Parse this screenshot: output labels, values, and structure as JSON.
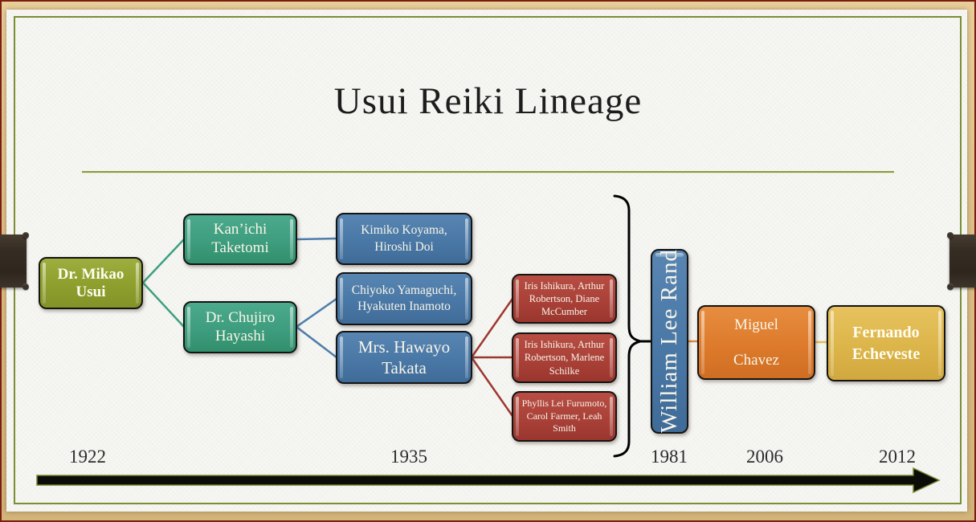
{
  "slide": {
    "title": "Usui Reiki Lineage",
    "nodes": {
      "usui": {
        "label": "Dr. Mikao Usui",
        "color": "#8fa02e"
      },
      "taketomi": {
        "label": "Kan’ichi Taketomi",
        "color": "#3d9d7e"
      },
      "hayashi": {
        "label": "Dr. Chujiro Hayashi",
        "color": "#3d9d7e"
      },
      "koyama": {
        "label": "Kimiko Koyama, Hiroshi Doi",
        "color": "#4a78a6"
      },
      "yamaguchi": {
        "label": "Chiyoko Yamaguchi, Hyakuten Inamoto",
        "color": "#4a78a6"
      },
      "takata": {
        "label": "Mrs. Hawayo Takata",
        "color": "#4a78a6"
      },
      "ishikura_mccumber": {
        "label": "Iris Ishikura, Arthur Robertson, Diane McCumber",
        "color": "#aa4138"
      },
      "ishikura_schilke": {
        "label": "Iris Ishikura, Arthur Robertson, Marlene Schilke",
        "color": "#aa4138"
      },
      "furumoto": {
        "label": "Phyllis Lei Furumoto, Carol Farmer, Leah Smith",
        "color": "#aa4138"
      },
      "rand": {
        "label": "William Lee Rand",
        "color": "#4a78a6"
      },
      "chavez": {
        "label": "Miguel Chavez",
        "color": "#dd7a2b"
      },
      "echeveste": {
        "label": "Fernando Echeveste",
        "color": "#dcb54a"
      }
    },
    "timeline": {
      "years": [
        "1922",
        "1935",
        "1981",
        "2006",
        "2012"
      ]
    },
    "frame_colors": {
      "olive_border": "#7d8c35",
      "tan_band": "#ddc189",
      "maroon_edge": "#7c1d12",
      "binding_tab_brown": "#352c23",
      "arrow_black": "#0c0c08"
    }
  }
}
